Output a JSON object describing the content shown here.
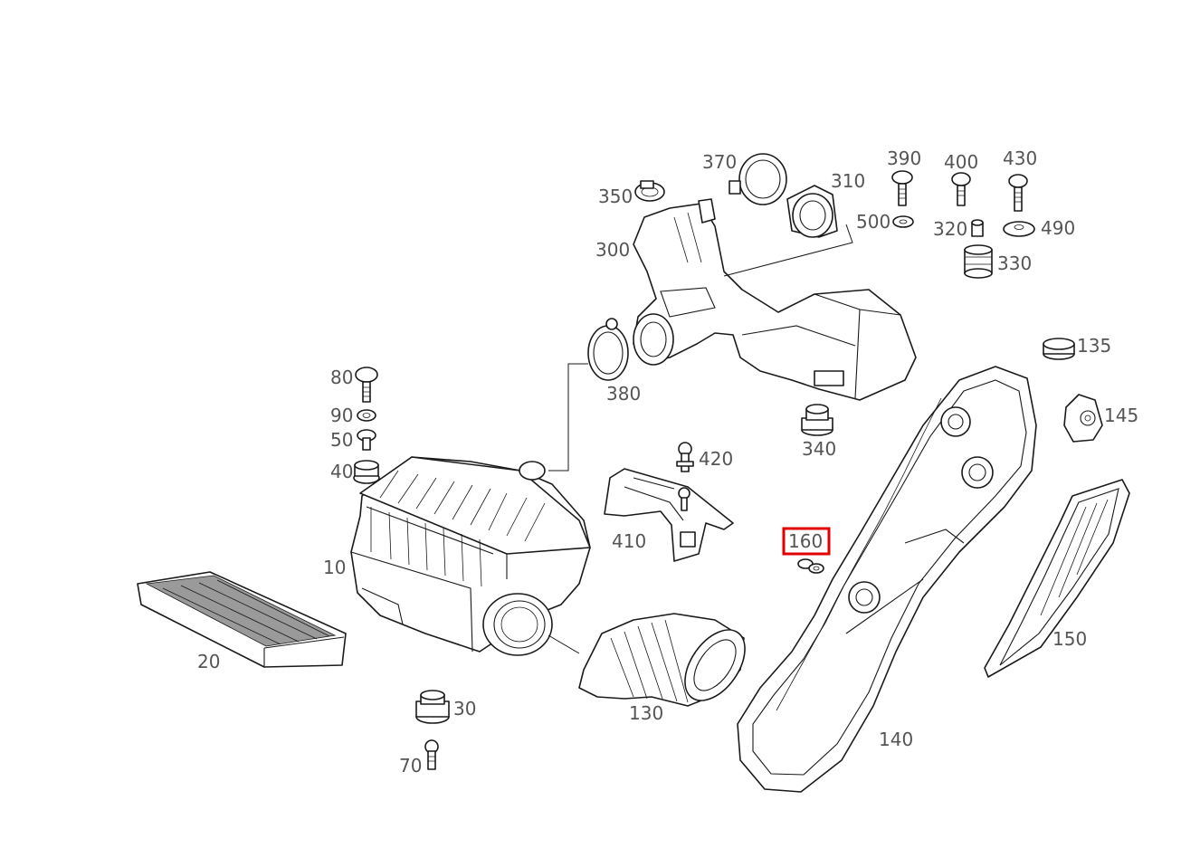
{
  "highlight_color": "#e00000",
  "highlighted_part": "160",
  "parts": {
    "p10": "10",
    "p20": "20",
    "p30": "30",
    "p40": "40",
    "p50": "50",
    "p70": "70",
    "p80": "80",
    "p90": "90",
    "p130": "130",
    "p135": "135",
    "p140": "140",
    "p145": "145",
    "p150": "150",
    "p160": "160",
    "p300": "300",
    "p310": "310",
    "p320": "320",
    "p330": "330",
    "p340": "340",
    "p350": "350",
    "p370": "370",
    "p380": "380",
    "p390": "390",
    "p400": "400",
    "p410": "410",
    "p420": "420",
    "p430": "430",
    "p490": "490",
    "p500": "500"
  }
}
